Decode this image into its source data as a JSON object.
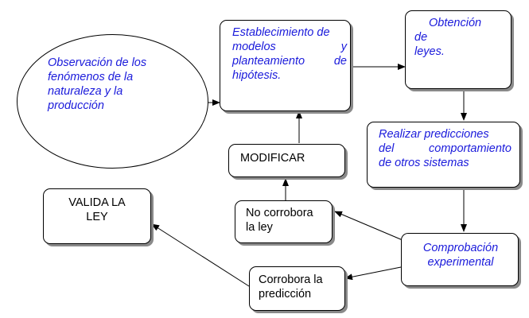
{
  "diagram": {
    "nodes": {
      "observacion": "Observación de los fenómenos de la naturaleza y la producción",
      "establecimiento": {
        "line1": "Establecimiento de",
        "line2a": "modelos",
        "line2b": "y",
        "line3a": "planteamiento",
        "line3b": "de",
        "line4": "hipótesis."
      },
      "obtencion": {
        "line1": "Obtención",
        "line2": "de",
        "line3": "leyes."
      },
      "realizar": {
        "line1": "Realizar predicciones",
        "line2a": "del",
        "line2b": "comportamiento",
        "line3": "de otros sistemas"
      },
      "modificar": "MODIFICAR",
      "comprobacion": {
        "line1": "Comprobación",
        "line2": "experimental"
      },
      "no_corrobora": {
        "line1": "No corrobora",
        "line2": "la ley"
      },
      "valida": {
        "line1": "VALIDA LA",
        "line2": "LEY"
      },
      "corrobora": {
        "line1": "Corrobora la",
        "line2": "predicción"
      }
    },
    "colors": {
      "blue_text": "#1a1adb",
      "line": "#000000",
      "shadow": "#8a8a8a"
    }
  }
}
